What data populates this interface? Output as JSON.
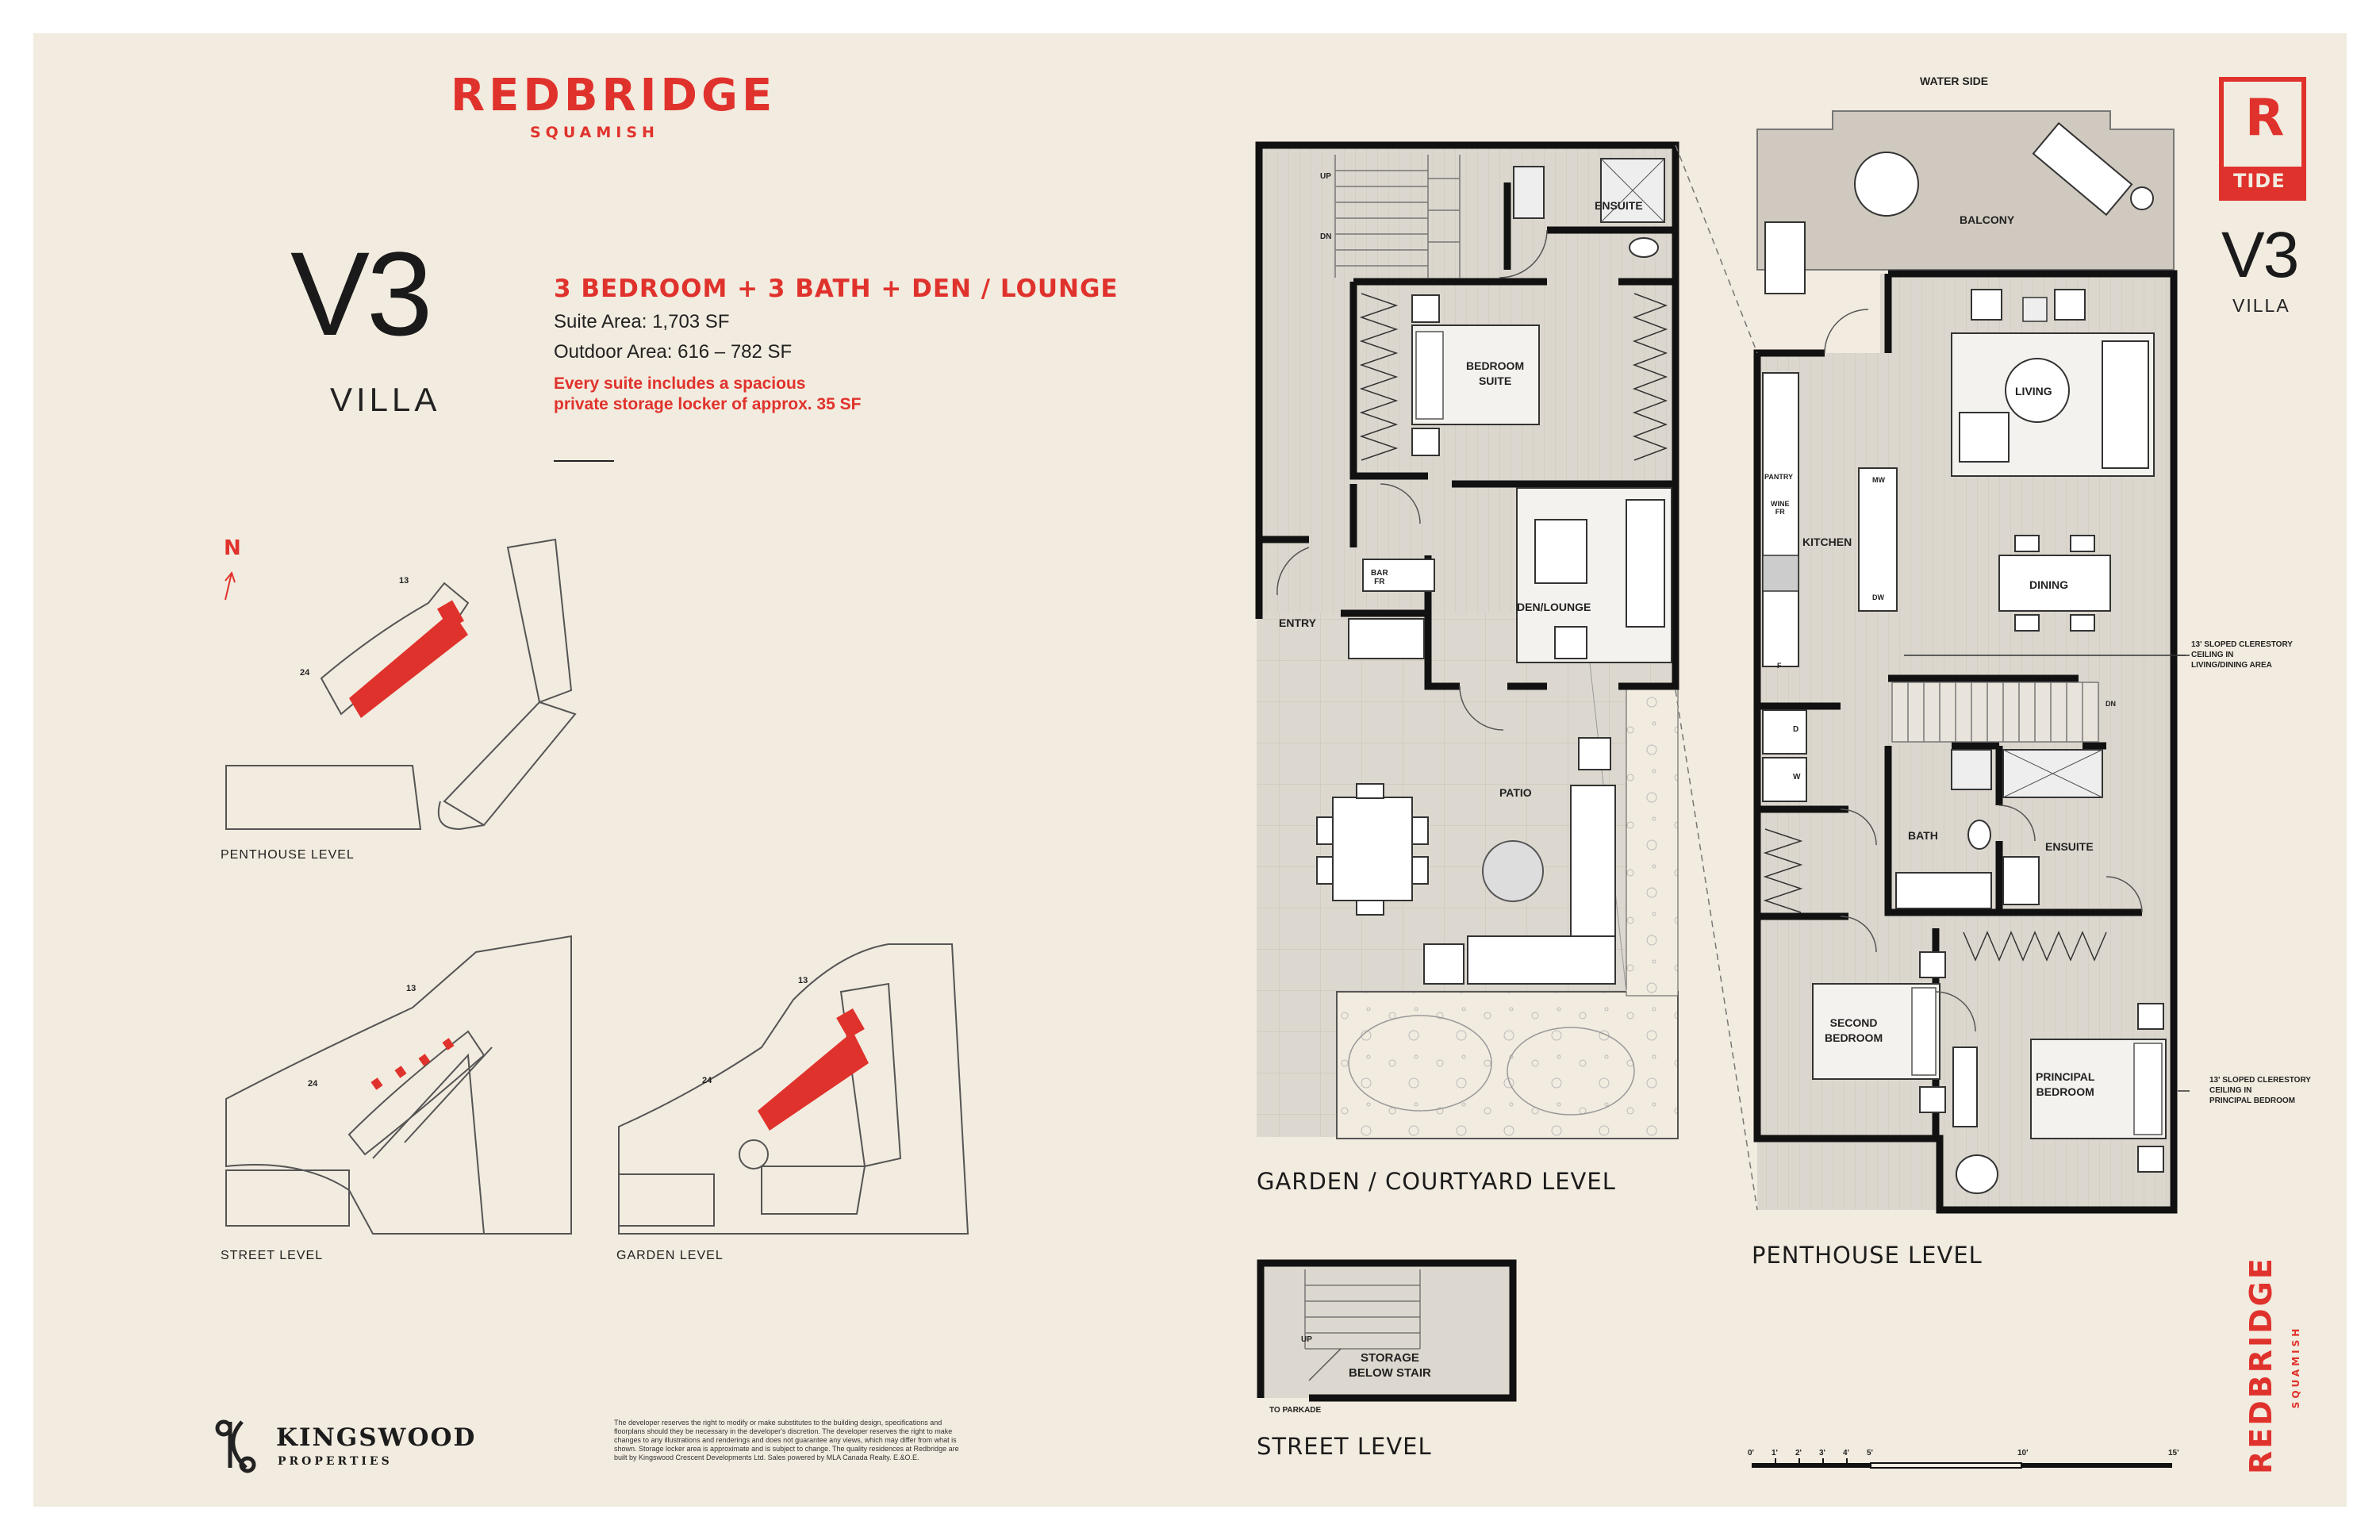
{
  "brand": {
    "name": "REDBRIDGE",
    "sub": "SQUAMISH"
  },
  "suite": {
    "code": "V3",
    "type": "VILLA",
    "headline": "3 BEDROOM + 3 BATH + DEN / LOUNGE",
    "suite_area": "Suite Area: 1,703 SF",
    "outdoor_area": "Outdoor Area: 616 – 782 SF",
    "note_line1": "Every suite includes a spacious",
    "note_line2": "private storage locker of approx. 35 SF"
  },
  "keyplans": {
    "north": "N",
    "penthouse": {
      "label": "PENTHOUSE LEVEL",
      "n1": "13",
      "n2": "24"
    },
    "street": {
      "label": "STREET LEVEL",
      "n1": "13",
      "n2": "24"
    },
    "garden": {
      "label": "GARDEN LEVEL",
      "n1": "13",
      "n2": "24"
    }
  },
  "developer": {
    "name": "KINGSWOOD",
    "sub": "PROPERTIES"
  },
  "disclaimer": [
    "The developer reserves the right to modify or make substitutes to the building design, specifications and",
    "floorplans should they be necessary in the developer's discretion. The developer reserves the right to make",
    "changes to any illustrations and renderings and does not guarantee any views, which may differ from what is",
    "shown. Storage locker area is approximate and is subject to change. The quality residences at Redbridge are",
    "built by Kingswood Crescent Developments Ltd. Sales powered by MLA Canada Realty. E.&O.E."
  ],
  "garden_plan": {
    "label": "GARDEN / COURTYARD LEVEL",
    "rooms": {
      "ensuite": "ENSUITE",
      "bedroom_suite_1": "BEDROOM",
      "bedroom_suite_2": "SUITE",
      "den": "DEN/LOUNGE",
      "entry": "ENTRY",
      "patio": "PATIO",
      "bar1": "BAR",
      "bar2": "FR",
      "up": "UP",
      "dn": "DN"
    }
  },
  "street_plan": {
    "label": "STREET LEVEL",
    "storage1": "STORAGE",
    "storage2": "BELOW STAIR",
    "parkade": "TO PARKADE",
    "up": "UP"
  },
  "penthouse_plan": {
    "label": "PENTHOUSE LEVEL",
    "water_side": "WATER SIDE",
    "rooms": {
      "balcony": "BALCONY",
      "living": "LIVING",
      "kitchen": "KITCHEN",
      "dining": "DINING",
      "pantry": "PANTRY",
      "wine1": "WINE",
      "wine2": "FR",
      "mw": "MW",
      "dw": "DW",
      "f": "F",
      "d": "D",
      "w": "W",
      "dn": "DN",
      "bath": "BATH",
      "ensuite": "ENSUITE",
      "second1": "SECOND",
      "second2": "BEDROOM",
      "principal1": "PRINCIPAL",
      "principal2": "BEDROOM"
    },
    "note1": [
      "13' SLOPED CLERESTORY",
      "CEILING IN",
      "LIVING/DINING AREA"
    ],
    "note2": [
      "13' SLOPED CLERESTORY",
      "CEILING IN",
      "PRINCIPAL BEDROOM"
    ]
  },
  "tide_badge": {
    "letter": "R",
    "word": "TIDE"
  },
  "scale": [
    "0'",
    "1'",
    "2'",
    "3'",
    "4'",
    "5'",
    "10'",
    "15'"
  ],
  "colors": {
    "accent": "#e0322c",
    "background": "#f2ebdf",
    "wall": "#111111",
    "floor": "#ddd8cf"
  }
}
